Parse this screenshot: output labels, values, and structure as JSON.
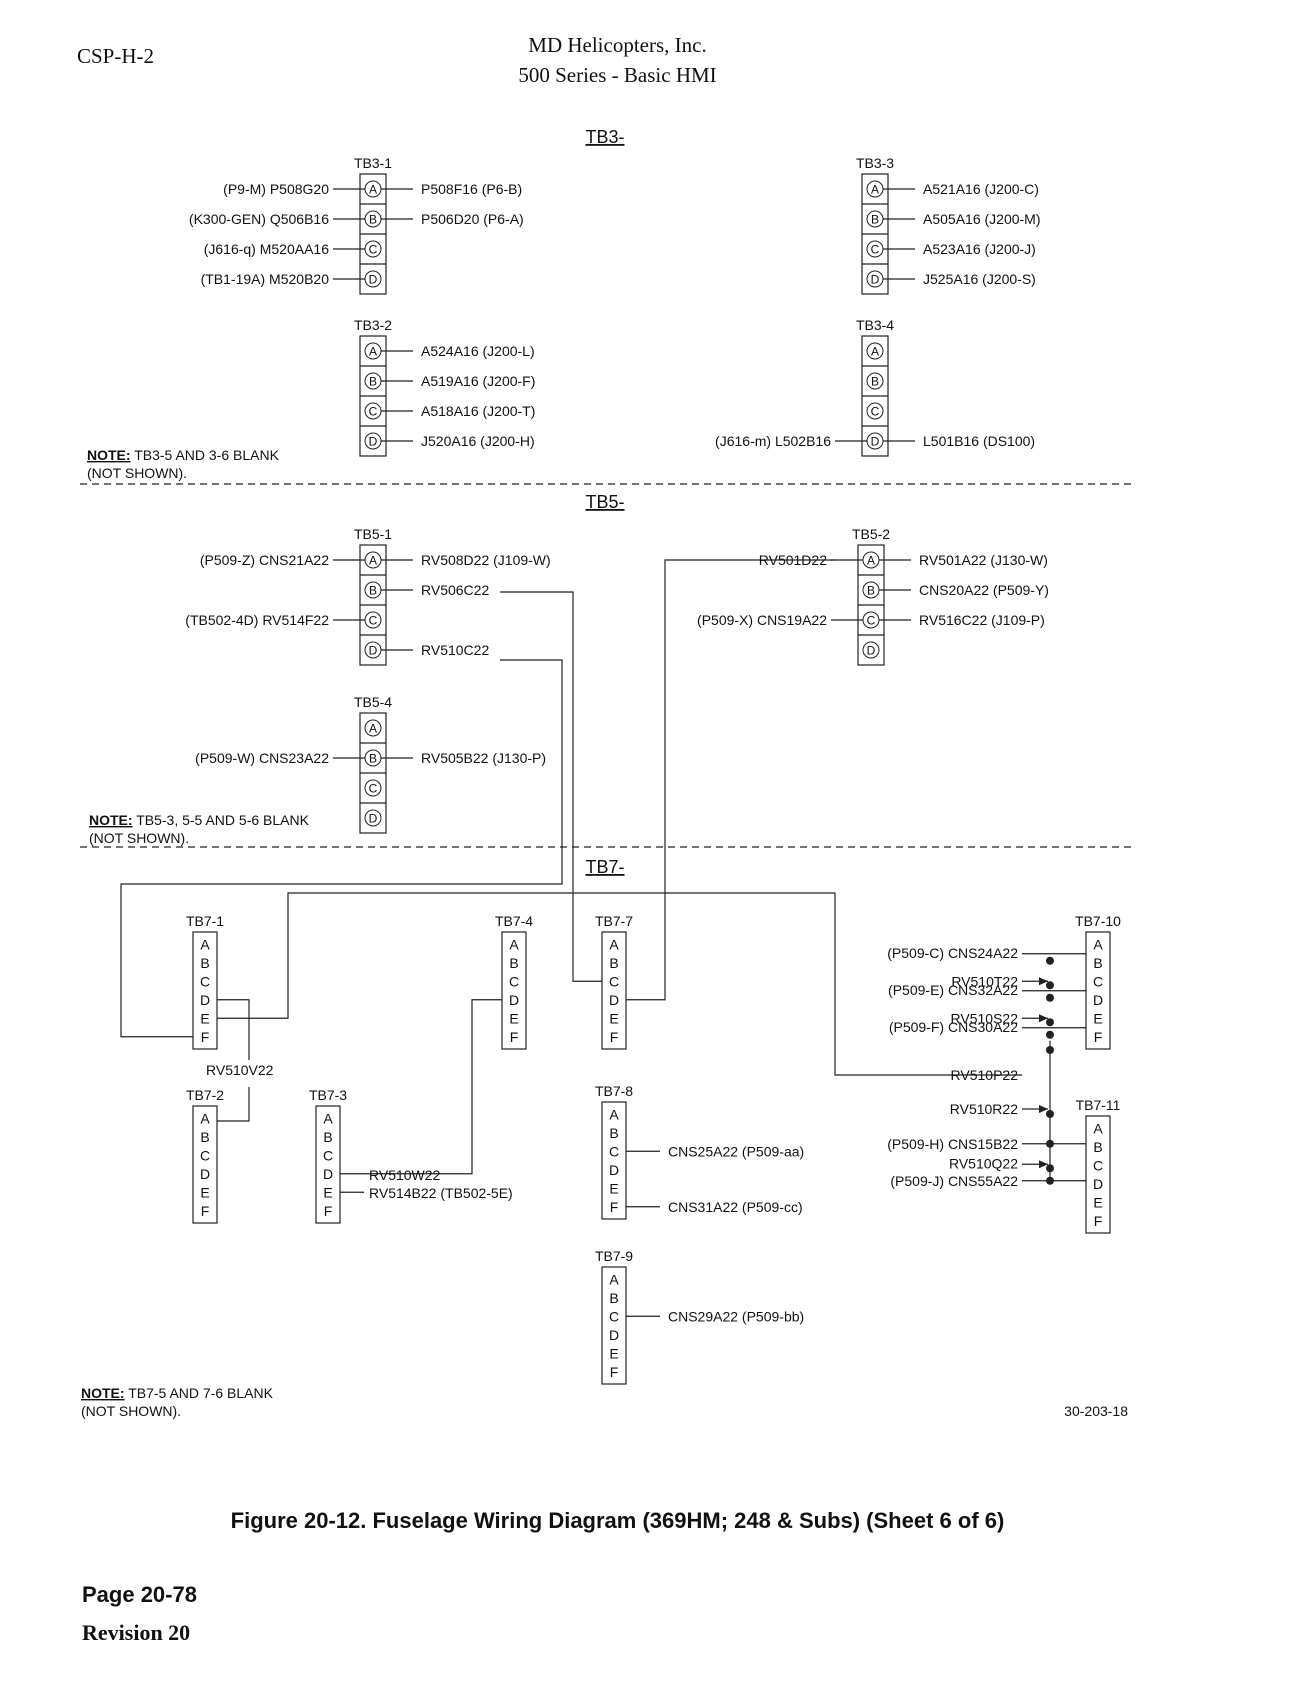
{
  "header": {
    "doc_code": "CSP-H-2",
    "company": "MD Helicopters, Inc.",
    "series": "500 Series - Basic HMI"
  },
  "sections": {
    "tb3": "TB3-",
    "tb5": "TB5-",
    "tb7": "TB7-"
  },
  "notes": {
    "tb3": {
      "label": "NOTE:",
      "text": " TB3-5 AND 3-6 BLANK",
      "line2": "(NOT SHOWN)."
    },
    "tb5": {
      "label": "NOTE:",
      "text": " TB5-3, 5-5 AND 5-6 BLANK",
      "line2": "(NOT SHOWN)."
    },
    "tb7": {
      "label": "NOTE:",
      "text": " TB7-5 AND 7-6 BLANK",
      "line2": "(NOT SHOWN)."
    }
  },
  "terminal_blocks": {
    "tb3_1": {
      "title": "TB3-1",
      "left": [
        "(P9-M) P508G20",
        "(K300-GEN) Q506B16",
        "(J616-q) M520AA16",
        "(TB1-19A) M520B20"
      ],
      "right": [
        "P508F16 (P6-B)",
        "P506D20 (P6-A)",
        "",
        ""
      ]
    },
    "tb3_2": {
      "title": "TB3-2",
      "left": [
        "",
        "",
        "",
        ""
      ],
      "right": [
        "A524A16 (J200-L)",
        "A519A16 (J200-F)",
        "A518A16 (J200-T)",
        "J520A16 (J200-H)"
      ]
    },
    "tb3_3": {
      "title": "TB3-3",
      "left": [
        "",
        "",
        "",
        ""
      ],
      "right": [
        "A521A16 (J200-C)",
        "A505A16 (J200-M)",
        "A523A16 (J200-J)",
        "J525A16 (J200-S)"
      ]
    },
    "tb3_4": {
      "title": "TB3-4",
      "left": [
        "",
        "",
        "",
        "(J616-m) L502B16"
      ],
      "right": [
        "",
        "",
        "",
        "L501B16 (DS100)"
      ]
    },
    "tb5_1": {
      "title": "TB5-1",
      "left": [
        "(P509-Z) CNS21A22",
        "",
        "(TB502-4D) RV514F22",
        ""
      ],
      "right": [
        "RV508D22 (J109-W)",
        "RV506C22",
        "",
        "RV510C22"
      ]
    },
    "tb5_2": {
      "title": "TB5-2",
      "left": [
        "RV501D22",
        "",
        "(P509-X) CNS19A22",
        ""
      ],
      "right": [
        "RV501A22 (J130-W)",
        "CNS20A22 (P509-Y)",
        "RV516C22 (J109-P)",
        ""
      ]
    },
    "tb5_4": {
      "title": "TB5-4",
      "left": [
        "",
        "(P509-W) CNS23A22",
        "",
        ""
      ],
      "right": [
        "",
        "RV505B22 (J130-P)",
        "",
        ""
      ]
    },
    "tb7_1": {
      "title": "TB7-1"
    },
    "tb7_2": {
      "title": "TB7-2"
    },
    "tb7_3": {
      "title": "TB7-3"
    },
    "tb7_4": {
      "title": "TB7-4"
    },
    "tb7_7": {
      "title": "TB7-7"
    },
    "tb7_8": {
      "title": "TB7-8"
    },
    "tb7_9": {
      "title": "TB7-9"
    },
    "tb7_10": {
      "title": "TB7-10"
    },
    "tb7_11": {
      "title": "TB7-11"
    }
  },
  "pins_abcd": [
    "A",
    "B",
    "C",
    "D"
  ],
  "pins_abcdef": [
    "A",
    "B",
    "C",
    "D",
    "E",
    "F"
  ],
  "tb7_wires": {
    "rv510v22": "RV510V22",
    "rv510w22": "RV510W22",
    "rv514b22": "RV514B22 (TB502-5E)",
    "cns25a22": "CNS25A22 (P509-aa)",
    "cns31a22": "CNS31A22 (P509-cc)",
    "cns29a22": "CNS29A22 (P509-bb)",
    "cns24a22": "(P509-C) CNS24A22",
    "rv510t22": "RV510T22",
    "cns32a22": "(P509-E) CNS32A22",
    "rv510s22": "RV510S22",
    "cns30a22": "(P509-F) CNS30A22",
    "rv510p22": "RV510P22",
    "rv510r22": "RV510R22",
    "cns15b22": "(P509-H) CNS15B22",
    "rv510q22": "RV510Q22",
    "cns55a22": "(P509-J) CNS55A22"
  },
  "figure_number": "30-203-18",
  "caption": "Figure  20-12.  Fuselage Wiring Diagram (369HM; 248 & Subs) (Sheet 6 of 6)",
  "footer": {
    "page": "Page  20-78",
    "revision": "Revision 20"
  }
}
